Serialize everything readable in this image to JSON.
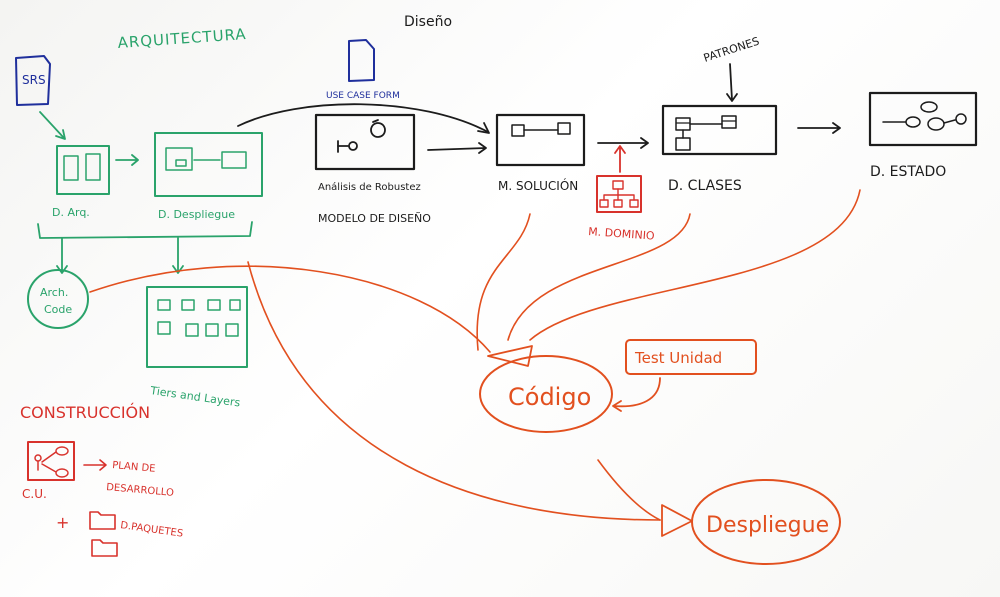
{
  "colors": {
    "green": "#2aa36b",
    "black": "#1c1c1c",
    "orange": "#e2501f",
    "red": "#d8322c",
    "blue": "#1f2f9c"
  },
  "labels": {
    "arquitectura": "ARQUITECTURA",
    "srs": "SRS",
    "d_arq": "D. Arq.",
    "d_despliegue": "D. Despliegue",
    "arch_code_1": "Arch.",
    "arch_code_2": "Code",
    "tiers_layers": "Tiers and Layers",
    "diseno": "Diseño",
    "use_case_form": "USE CASE FORM",
    "analisis_robustez": "Análisis de Robustez",
    "modelo_diseno": "MODELO DE DISEÑO",
    "m_solucion": "M. SOLUCIÓN",
    "m_dominio": "M. DOMINIO",
    "patrones": "PATRONES",
    "d_clases": "D. CLASES",
    "d_estado": "D. ESTADO",
    "test_unidad": "Test Unidad",
    "codigo": "Código",
    "despliegue": "Despliegue",
    "construccion": "CONSTRUCCIÓN",
    "cu": "C.U.",
    "plan_1": "PLAN DE",
    "plan_2": "DESARROLLO",
    "plus": "+",
    "d_paquetes": "D.PAQUETES"
  }
}
